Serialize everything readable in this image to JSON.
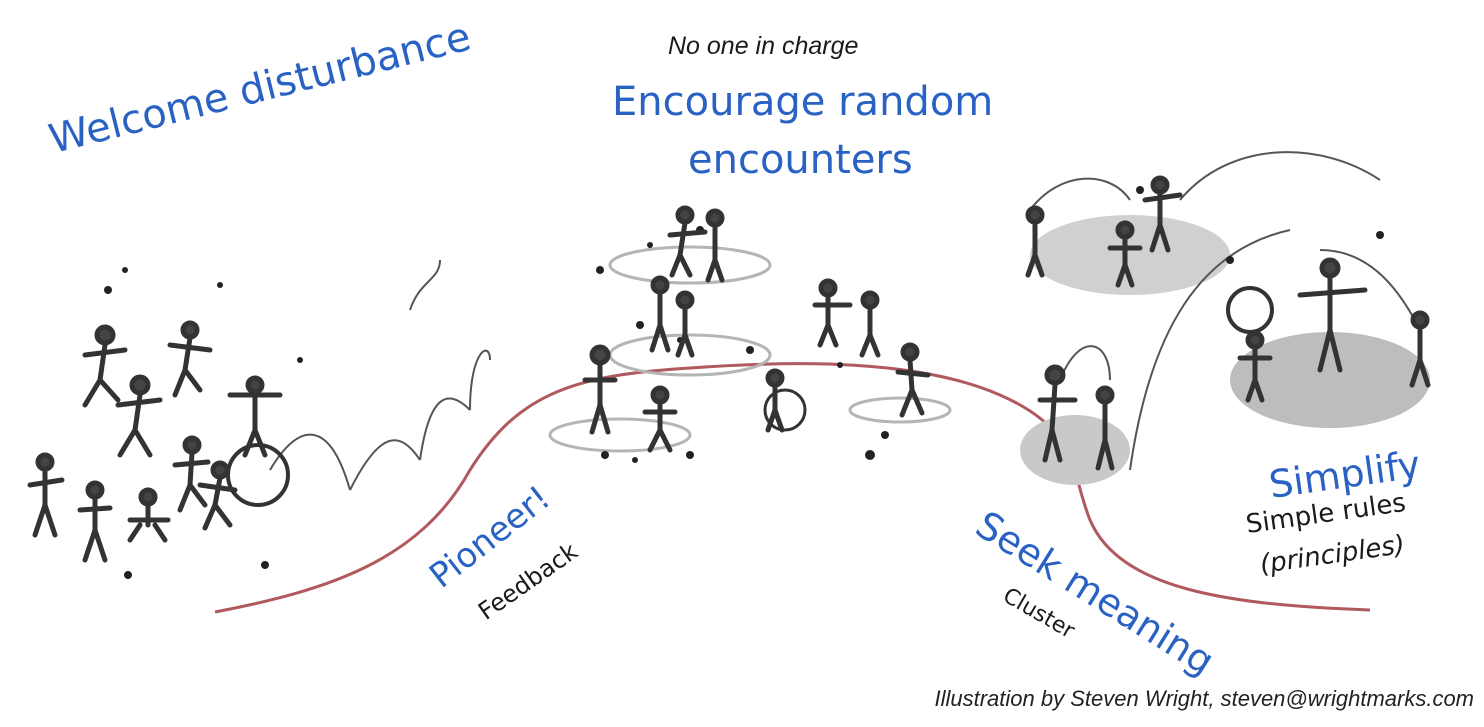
{
  "diagram": {
    "title_small": "No one in charge",
    "stages": [
      {
        "id": "welcome",
        "label": "Welcome disturbance"
      },
      {
        "id": "encourage",
        "label_line1": "Encourage random",
        "label_line2": "encounters"
      },
      {
        "id": "pioneer",
        "label": "Pioneer!",
        "sublabel": "Feedback"
      },
      {
        "id": "seek",
        "label": "Seek meaning",
        "sublabel": "Cluster"
      },
      {
        "id": "simplify",
        "label": "Simplify",
        "sublabel_line1": "Simple rules",
        "sublabel_line2": "(principles)"
      }
    ],
    "credit": "Illustration by Steven Wright, steven@wrightmarks.com",
    "colors": {
      "label_blue": "#2a62c4",
      "curve": "#b0595e",
      "text_dark": "#1b1b1b",
      "figure": "#3a3a3a",
      "shadow": "#bdbdbd"
    }
  }
}
